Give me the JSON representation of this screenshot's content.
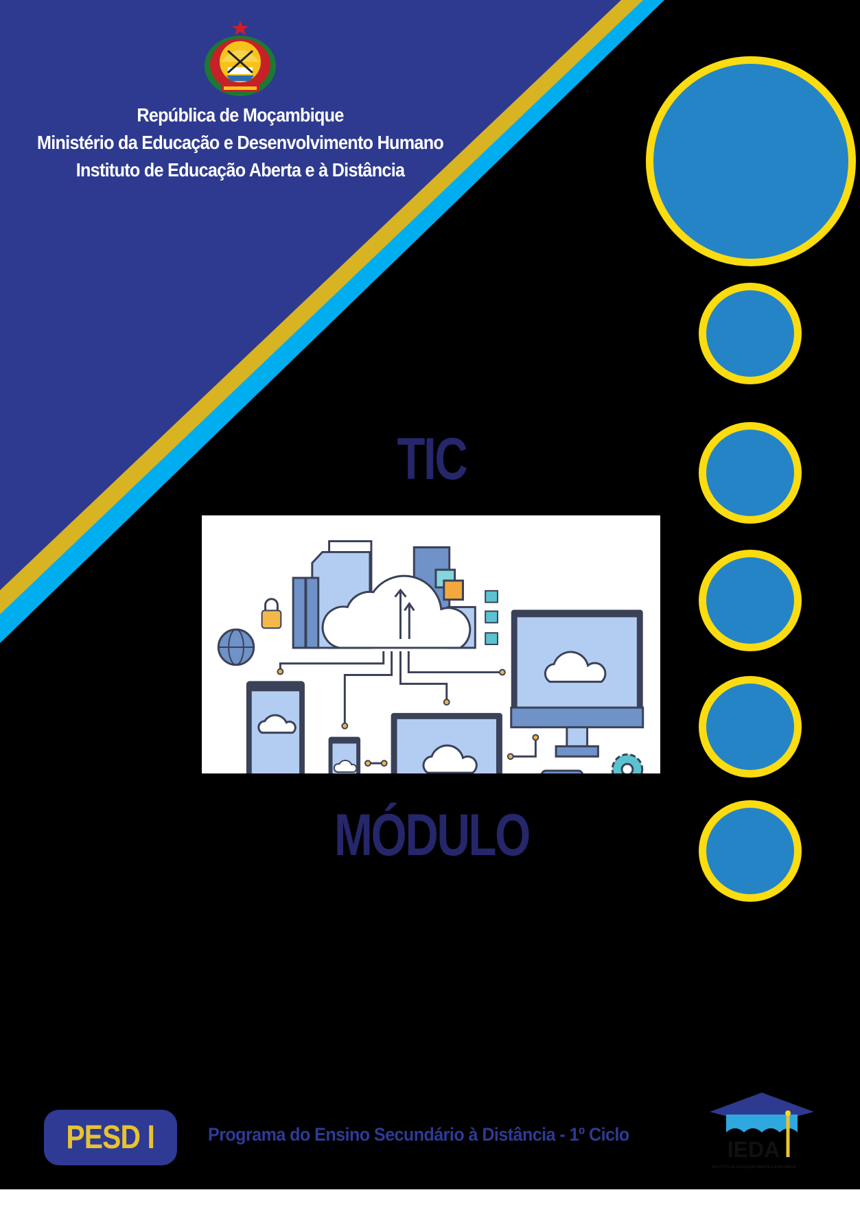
{
  "header": {
    "line1": "República de Moçambique",
    "line2": "Ministério da Educação e Desenvolvimento Humano",
    "line3": "Instituto de Educação Aberta e à Distância"
  },
  "main": {
    "subject": "TIC",
    "doc_type": "MÓDULO"
  },
  "footer": {
    "badge": "PESD I",
    "program": "Programa do Ensino Secundário à Distância - 1º Ciclo",
    "logo_text": "IEDA",
    "logo_subtext": "INSTITUTO DE EDUCAÇÃO ABERTA E À DISTÂNCIA"
  },
  "colors": {
    "background": "#000000",
    "navy": "#2e3a8f",
    "gold": "#d8b423",
    "cyan": "#00aeef",
    "circle_fill": "#2584c6",
    "circle_ring": "#fbdc10",
    "title": "#26266b",
    "badge_text": "#e7c233"
  },
  "icons": [
    "coat-of-arms",
    "cloud-computing-illustration",
    "graduation-cap-logo"
  ]
}
